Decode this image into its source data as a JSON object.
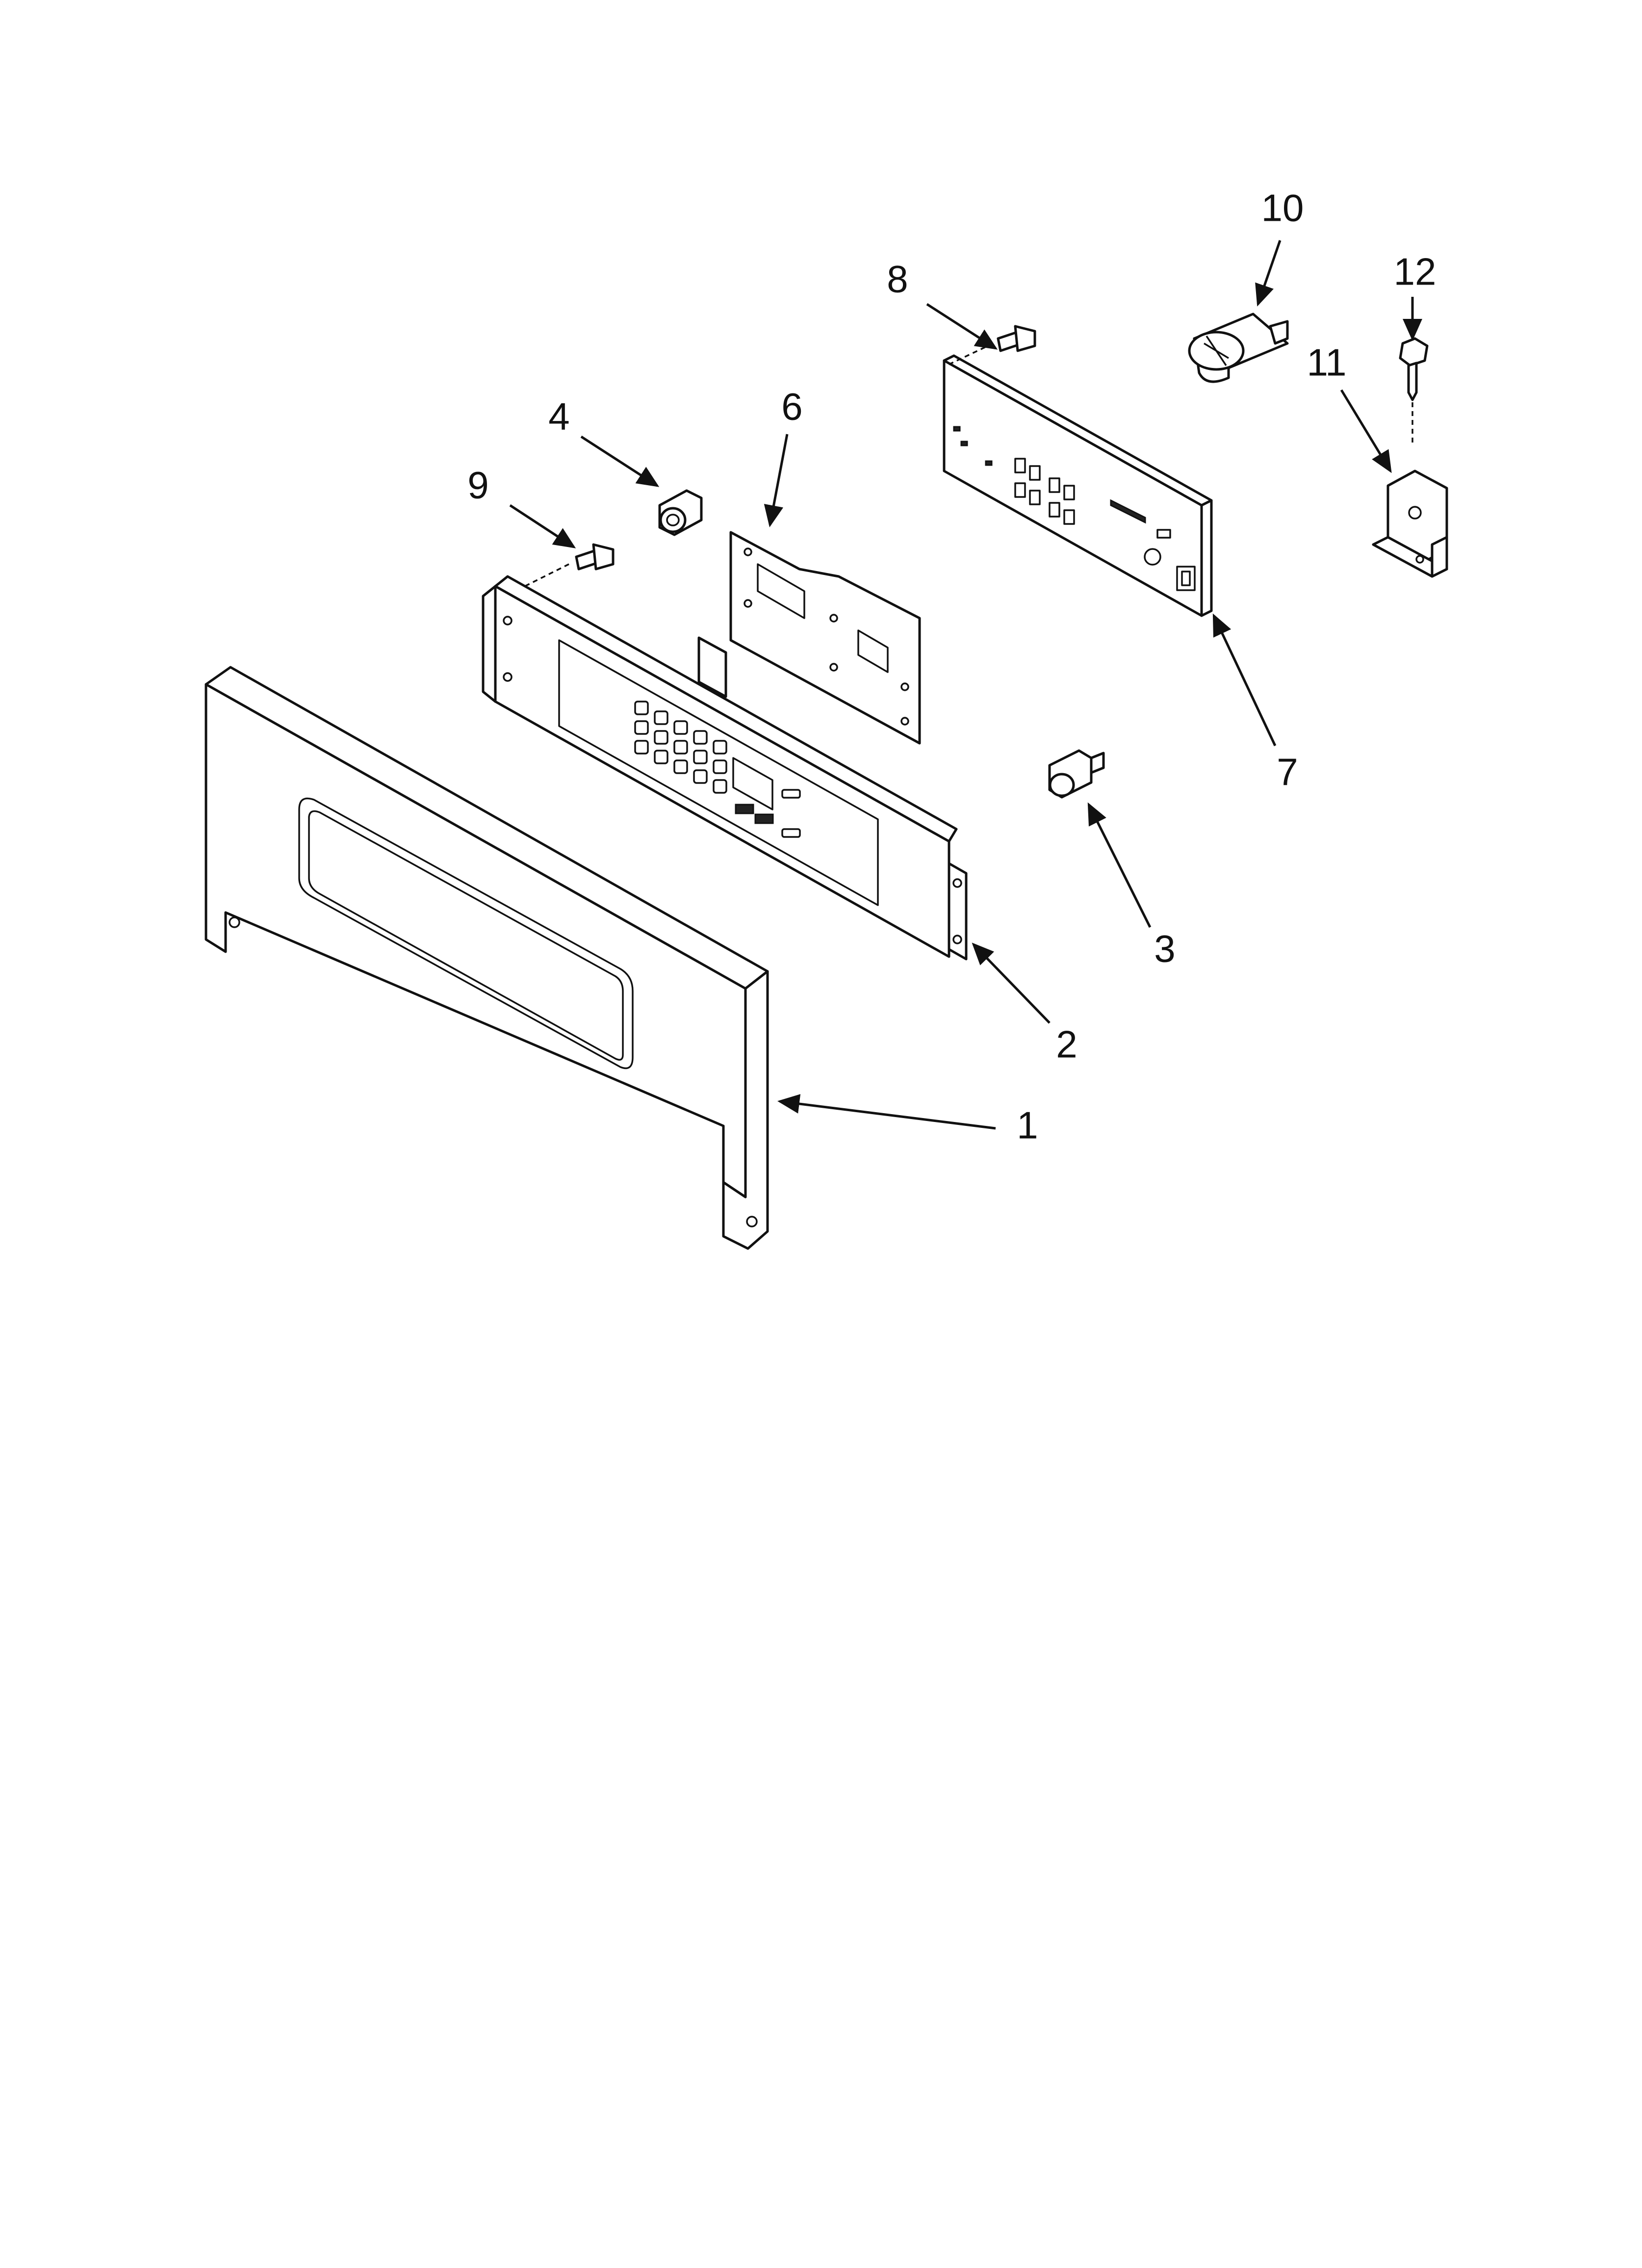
{
  "callouts": [
    {
      "id": "1",
      "label": "1"
    },
    {
      "id": "2",
      "label": "2"
    },
    {
      "id": "3",
      "label": "3"
    },
    {
      "id": "4",
      "label": "4"
    },
    {
      "id": "6",
      "label": "6"
    },
    {
      "id": "7",
      "label": "7"
    },
    {
      "id": "8",
      "label": "8"
    },
    {
      "id": "9",
      "label": "9"
    },
    {
      "id": "10",
      "label": "10"
    },
    {
      "id": "11",
      "label": "11"
    },
    {
      "id": "12",
      "label": "12"
    }
  ],
  "colors": {
    "ink": "#111111",
    "paper": "#ffffff"
  }
}
